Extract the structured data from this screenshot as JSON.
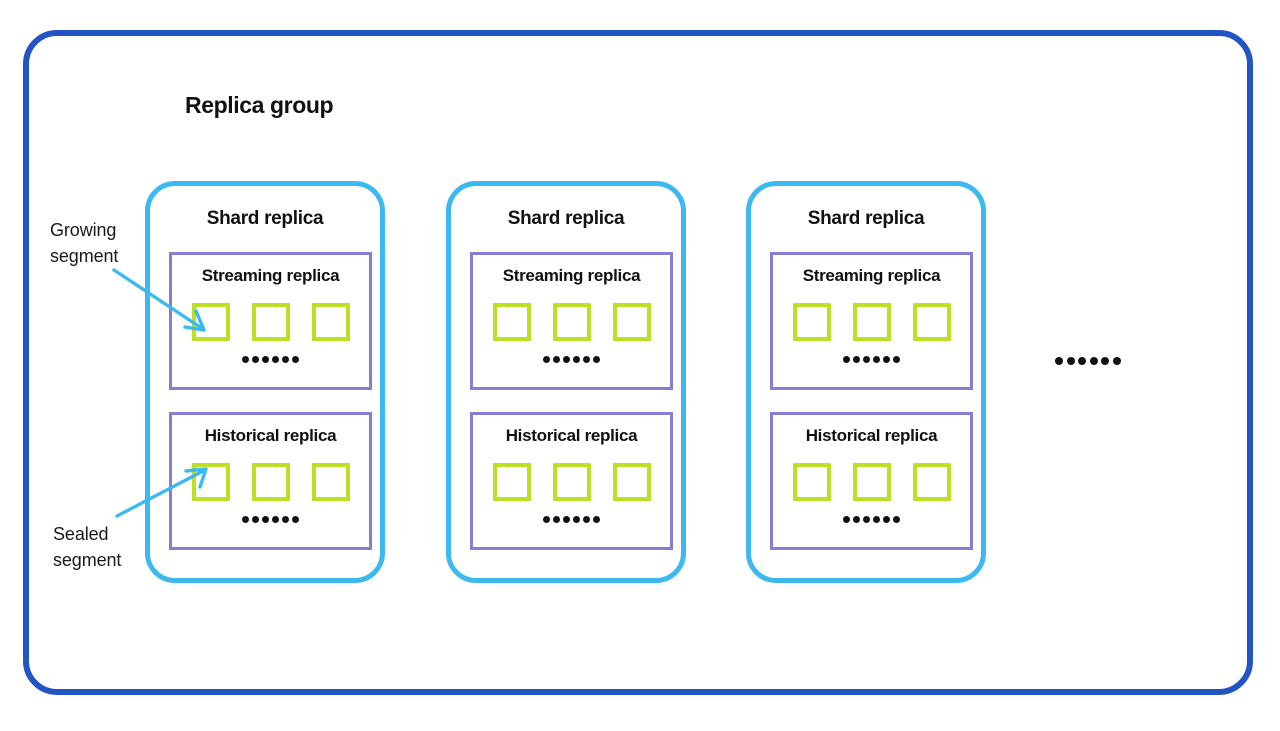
{
  "diagram": {
    "title": "Replica group",
    "background": "#ffffff",
    "colors": {
      "group_border": "#2254c4",
      "shard_border": "#3cb9f0",
      "replica_border": "#8a7cd4",
      "segment_border": "#bce024",
      "arrow": "#3cb9f0",
      "text": "#111111"
    },
    "callouts": [
      {
        "id": "growing",
        "label": "Growing\nsegment",
        "points_to": "first-streaming-segment"
      },
      {
        "id": "sealed",
        "label": "Sealed\nsegment",
        "points_to": "first-historical-segment"
      }
    ],
    "trailing_ellipsis": {
      "dots": 6
    },
    "shards": [
      {
        "title": "Shard replica",
        "replicas": [
          {
            "type": "streaming",
            "title": "Streaming replica",
            "segments": 3,
            "ellipsis_dots": 6
          },
          {
            "type": "historical",
            "title": "Historical replica",
            "segments": 3,
            "ellipsis_dots": 6
          }
        ]
      },
      {
        "title": "Shard replica",
        "replicas": [
          {
            "type": "streaming",
            "title": "Streaming replica",
            "segments": 3,
            "ellipsis_dots": 6
          },
          {
            "type": "historical",
            "title": "Historical replica",
            "segments": 3,
            "ellipsis_dots": 6
          }
        ]
      },
      {
        "title": "Shard replica",
        "replicas": [
          {
            "type": "streaming",
            "title": "Streaming replica",
            "segments": 3,
            "ellipsis_dots": 6
          },
          {
            "type": "historical",
            "title": "Historical replica",
            "segments": 3,
            "ellipsis_dots": 6
          }
        ]
      }
    ]
  }
}
